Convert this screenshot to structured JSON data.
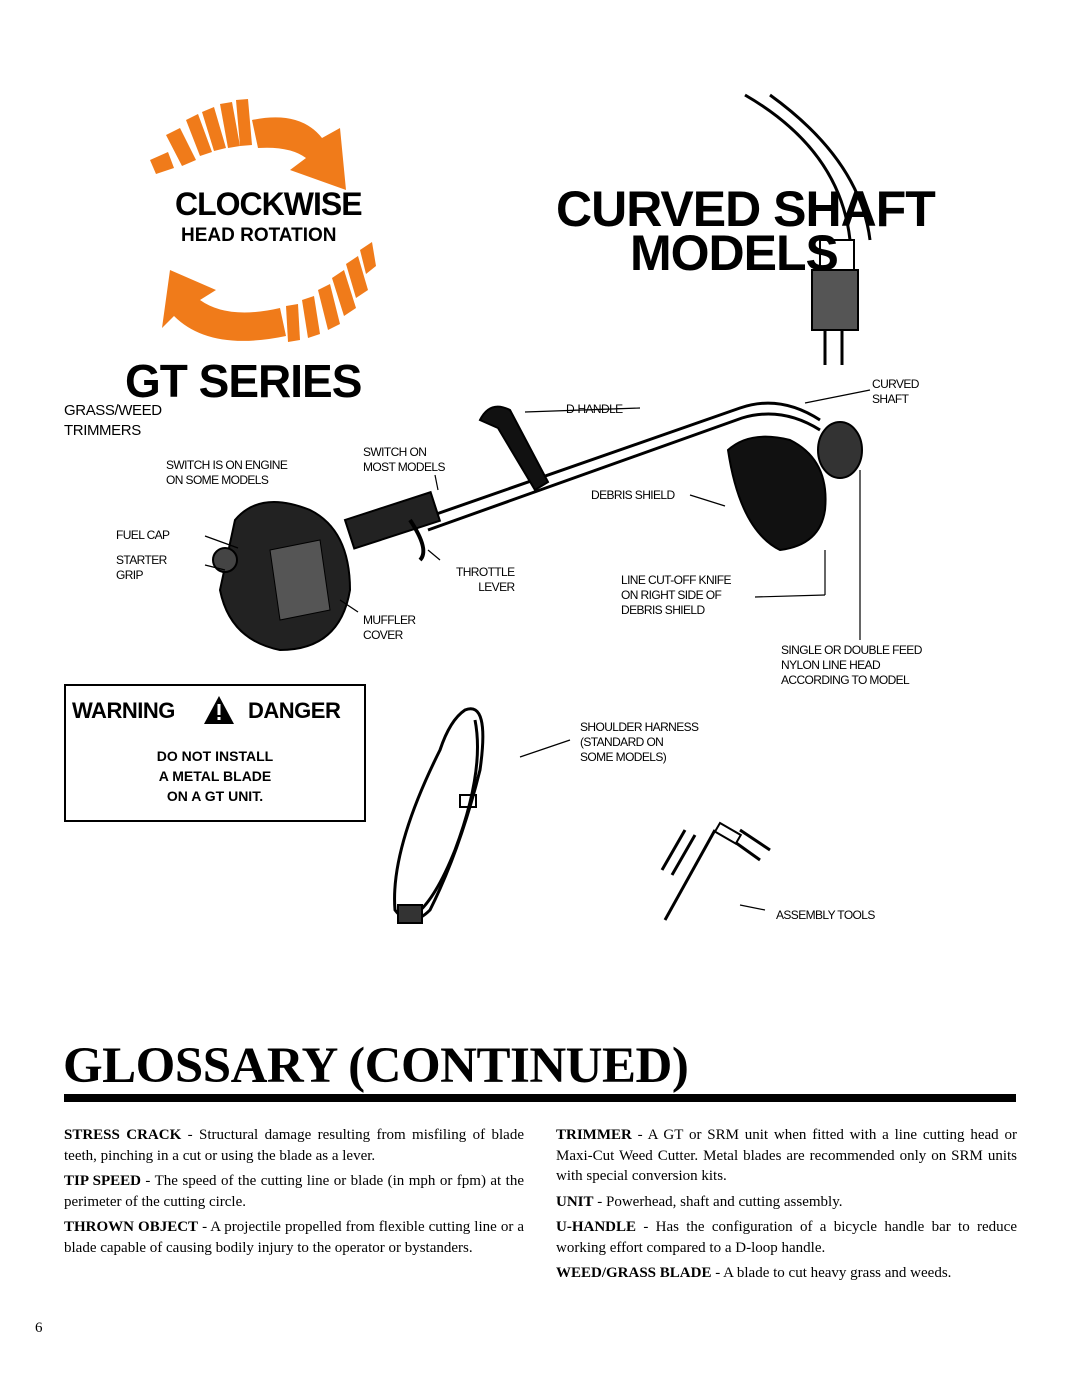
{
  "heading": {
    "rotation_title": "CLOCKWISE",
    "rotation_subtitle": "HEAD ROTATION",
    "shaft_title_line1": "CURVED SHAFT",
    "shaft_title_line2": "MODELS",
    "series_title": "GT SERIES",
    "series_subtitle": "GRASS/WEED\nTRIMMERS"
  },
  "diagram_labels": {
    "switch_on_engine": "SWITCH IS ON ENGINE\nON SOME MODELS",
    "switch_on_most": "SWITCH ON\nMOST MODELS",
    "d_handle": "D-HANDLE",
    "curved_shaft": "CURVED\nSHAFT",
    "debris_shield": "DEBRIS SHIELD",
    "fuel_cap": "FUEL CAP",
    "starter_grip": "STARTER\nGRIP",
    "throttle_lever": "THROTTLE\nLEVER",
    "line_cutoff_knife": "LINE CUT-OFF KNIFE\nON RIGHT SIDE OF\nDEBRIS SHIELD",
    "muffler_cover": "MUFFLER\nCOVER",
    "line_head": "SINGLE OR DOUBLE FEED\nNYLON LINE HEAD\nACCORDING TO MODEL",
    "shoulder_harness": "SHOULDER HARNESS\n(STANDARD ON\nSOME MODELS)",
    "assembly_tools": "ASSEMBLY TOOLS"
  },
  "warning": {
    "warning_word": "WARNING",
    "danger_word": "DANGER",
    "message": "DO NOT INSTALL\nA METAL BLADE\nON A GT UNIT."
  },
  "glossary": {
    "title": "GLOSSARY (CONTINUED)",
    "left": [
      {
        "term": "STRESS CRACK",
        "definition": " - Structural damage resulting from misfiling of blade teeth, pinching in a cut or using the blade as a lever."
      },
      {
        "term": "TIP SPEED",
        "definition": " - The speed of the cutting line or blade (in mph or fpm) at the perimeter of the cutting circle."
      },
      {
        "term": "THROWN OBJECT",
        "definition": " - A projectile propelled from flexible cutting line or a blade capable of causing bodily injury to the operator or bystanders."
      }
    ],
    "right": [
      {
        "term": "TRIMMER",
        "definition": " - A GT or SRM unit when fitted with a line cutting head or Maxi-Cut Weed Cutter. Metal blades are recommended only on SRM units with special conversion kits."
      },
      {
        "term": "UNIT",
        "definition": " - Powerhead, shaft and cutting assembly."
      },
      {
        "term": "U-HANDLE",
        "definition": " - Has the configuration of a bicycle handle bar to reduce working effort compared to a D-loop handle."
      },
      {
        "term": "WEED/GRASS BLADE",
        "definition": " - A blade to cut heavy grass and weeds."
      }
    ]
  },
  "page_number": "6",
  "colors": {
    "arrow_orange": "#f07b1a",
    "ink": "#000000"
  }
}
